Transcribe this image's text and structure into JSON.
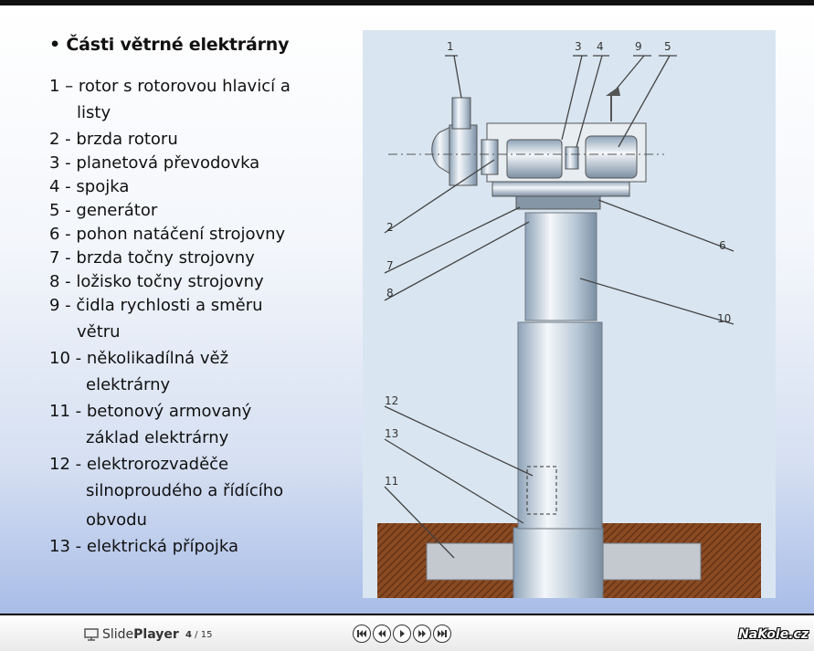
{
  "slide": {
    "title": "• Části větrné elektrárny",
    "items": [
      {
        "first": "1 – rotor s rotorovou hlavicí a",
        "cont": "listy"
      },
      {
        "first": "2 - brzda rotoru"
      },
      {
        "first": "3 - planetová převodovka"
      },
      {
        "first": "4 - spojka"
      },
      {
        "first": "5 - generátor"
      },
      {
        "first": "6 - pohon natáčení strojovny"
      },
      {
        "first": "7 - brzda točny strojovny"
      },
      {
        "first": "8 - ložisko točny strojovny"
      },
      {
        "first": "9 - čidla rychlosti a směru",
        "cont": "větru"
      },
      {
        "first": "10 - několikadílná věž",
        "cont": "elektrárny"
      },
      {
        "first": "11 - betonový armovaný",
        "cont": "základ elektrárny"
      },
      {
        "first": "12 - elektrorozvaděče",
        "cont": "silnoproudého a řídícího",
        "cont2": "obvodu"
      },
      {
        "first": "13 - elektrická přípojka"
      }
    ],
    "figure_labels": [
      "1",
      "3",
      "4",
      "9",
      "5",
      "2",
      "6",
      "7",
      "8",
      "10",
      "12",
      "13",
      "11"
    ]
  },
  "player": {
    "brand_plain": "Slide",
    "brand_bold": "Player",
    "page_current": "4",
    "page_sep": " / ",
    "page_total": "15",
    "controls": [
      "first-icon",
      "prev-icon",
      "play-icon",
      "next-icon",
      "last-icon"
    ],
    "watermark": "NaKole.cz"
  }
}
